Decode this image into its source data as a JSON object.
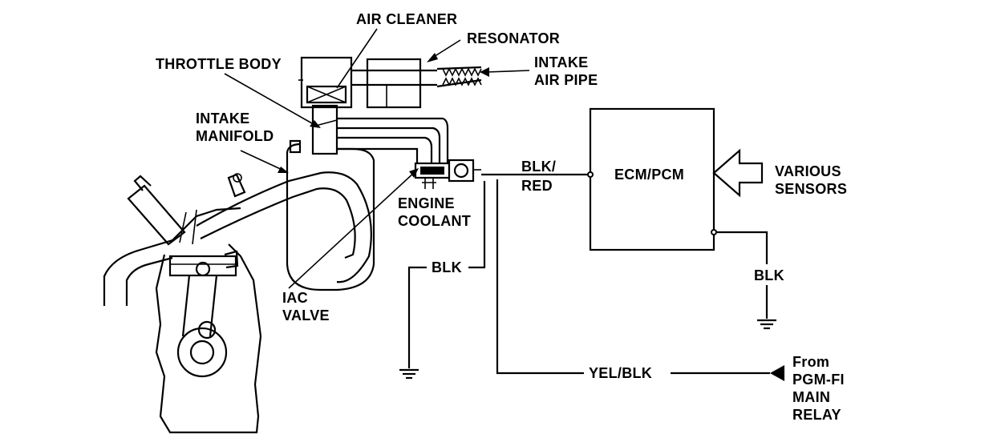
{
  "labels": {
    "air_cleaner": "AIR CLEANER",
    "resonator": "RESONATOR",
    "intake_air_pipe_1": "INTAKE",
    "intake_air_pipe_2": "AIR PIPE",
    "throttle_body": "THROTTLE BODY",
    "intake_manifold_1": "INTAKE",
    "intake_manifold_2": "MANIFOLD",
    "engine_coolant_1": "ENGINE",
    "engine_coolant_2": "COOLANT",
    "iac_valve_1": "IAC",
    "iac_valve_2": "VALVE",
    "blk_red_1": "BLK/",
    "blk_red_2": "RED",
    "ecm_pcm": "ECM/PCM",
    "various_sensors_1": "VARIOUS",
    "various_sensors_2": "SENSORS",
    "blk_left": "BLK",
    "blk_right": "BLK",
    "yel_blk": "YEL/BLK",
    "from_1": "From",
    "from_2": "PGM-FI",
    "from_3": "MAIN",
    "from_4": "RELAY"
  }
}
